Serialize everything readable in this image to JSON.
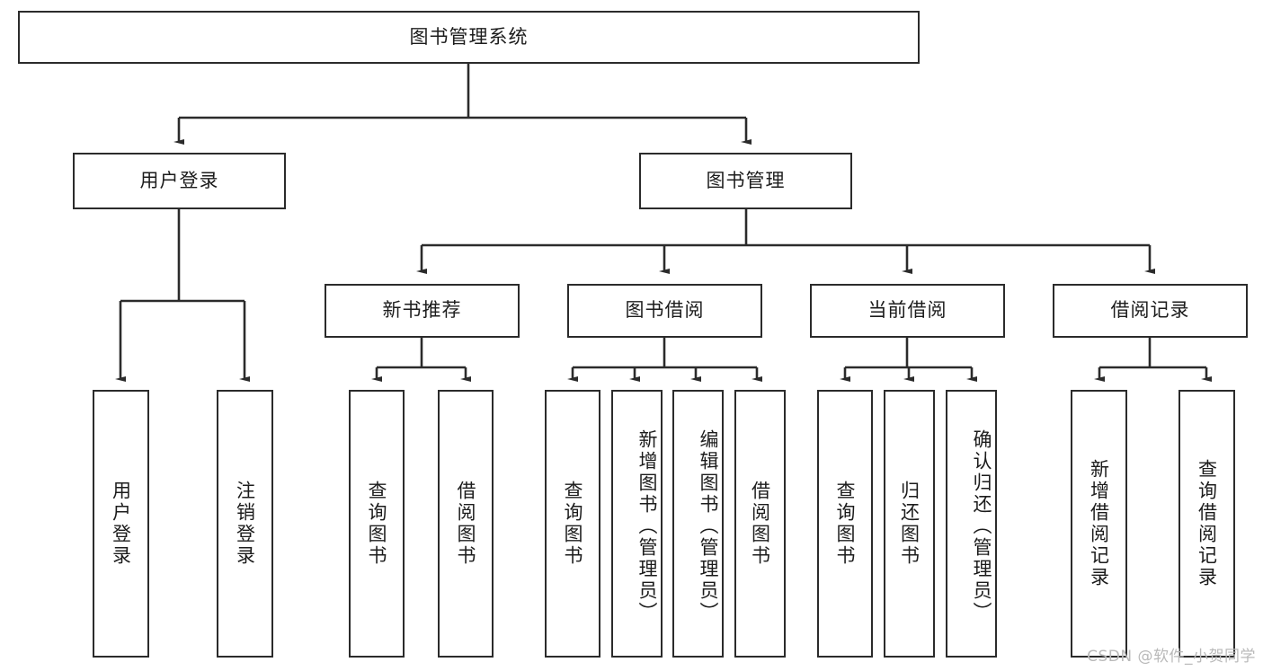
{
  "diagram": {
    "title": "图书管理系统",
    "root": {
      "label": "图书管理系统"
    },
    "level2": [
      {
        "label": "用户登录"
      },
      {
        "label": "图书管理"
      }
    ],
    "level3": [
      {
        "label": "新书推荐"
      },
      {
        "label": "图书借阅"
      },
      {
        "label": "当前借阅"
      },
      {
        "label": "借阅记录"
      }
    ],
    "leaves": [
      {
        "label": "用户登录"
      },
      {
        "label": "注销登录"
      },
      {
        "label": "查询图书"
      },
      {
        "label": "借阅图书"
      },
      {
        "label": "查询图书"
      },
      {
        "label": "新增图书（管理员）"
      },
      {
        "label": "编辑图书（管理员）"
      },
      {
        "label": "借阅图书"
      },
      {
        "label": "查询图书"
      },
      {
        "label": "归还图书"
      },
      {
        "label": "确认归还（管理员）"
      },
      {
        "label": "新增借阅记录"
      },
      {
        "label": "查询借阅记录"
      }
    ]
  },
  "watermark": {
    "text": "CSDN @软件_小贺同学"
  },
  "colors": {
    "stroke": "#2b2b2b",
    "background": "#ffffff",
    "text": "#1c1c1c",
    "watermark": "#b9b9b9"
  }
}
